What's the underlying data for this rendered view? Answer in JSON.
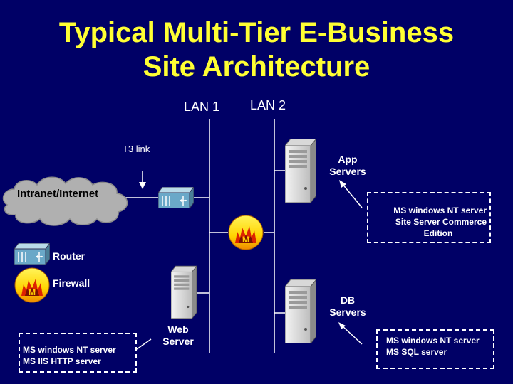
{
  "slide": {
    "title_line1": "Typical Multi-Tier E-Business",
    "title_line2": "Site Architecture"
  },
  "labels": {
    "lan1": "LAN 1",
    "lan2": "LAN 2",
    "t3_link": "T3 link",
    "internet": "Intranet/Internet",
    "app_servers_l1": "App",
    "app_servers_l2": "Servers",
    "db_servers_l1": "DB",
    "db_servers_l2": "Servers",
    "web_server_l1": "Web",
    "web_server_l2": "Server"
  },
  "legend": {
    "router": "Router",
    "firewall": "Firewall"
  },
  "notes": {
    "app_l1": "MS windows NT server",
    "app_l2": "Site Server Commerce",
    "app_l3": "Edition",
    "db_l1": "MS windows NT server",
    "db_l2": "MS SQL server",
    "web_l1": "MS windows NT server",
    "web_l2": "MS IIS HTTP server"
  },
  "colors": {
    "background": "#000066",
    "title": "#ffff33",
    "cloud": "#b0b0b0",
    "router": "#6aa8c8",
    "firewall": "#ffee00",
    "flame": "#dd2200"
  },
  "icons": [
    "cloud-icon",
    "router-icon",
    "firewall-icon",
    "server-icon"
  ]
}
